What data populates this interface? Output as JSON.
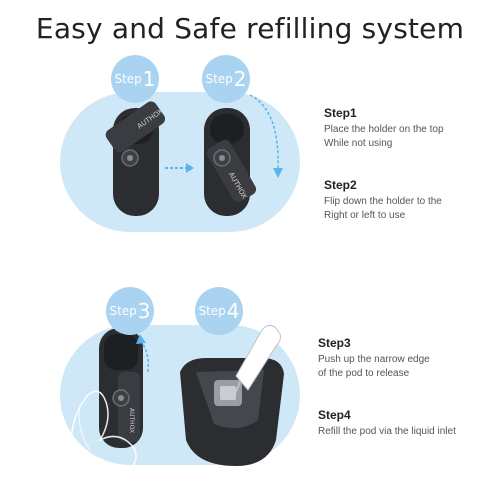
{
  "title": "Easy and Safe refilling system",
  "bubbles": [
    {
      "word": "Step",
      "num": "1"
    },
    {
      "word": "Step",
      "num": "2"
    },
    {
      "word": "Step",
      "num": "3"
    },
    {
      "word": "Step",
      "num": "4"
    }
  ],
  "steps": [
    {
      "heading": "Step1",
      "line1": "Place the holder on the top",
      "line2": "While not using"
    },
    {
      "heading": "Step2",
      "line1": "Flip down the holder to the",
      "line2": "Right or left to use"
    },
    {
      "heading": "Step3",
      "line1": "Push up the narrow edge",
      "line2": "of the pod to release"
    },
    {
      "heading": "Step4",
      "line1": "Refill the pod via the liquid inlet",
      "line2": ""
    }
  ],
  "device_brand": "AUTHOX",
  "colors": {
    "capsule": "#cfe8f8",
    "bubble": "#a9d3f0",
    "arrow": "#5bb4e8",
    "device": "#2b2d31"
  }
}
